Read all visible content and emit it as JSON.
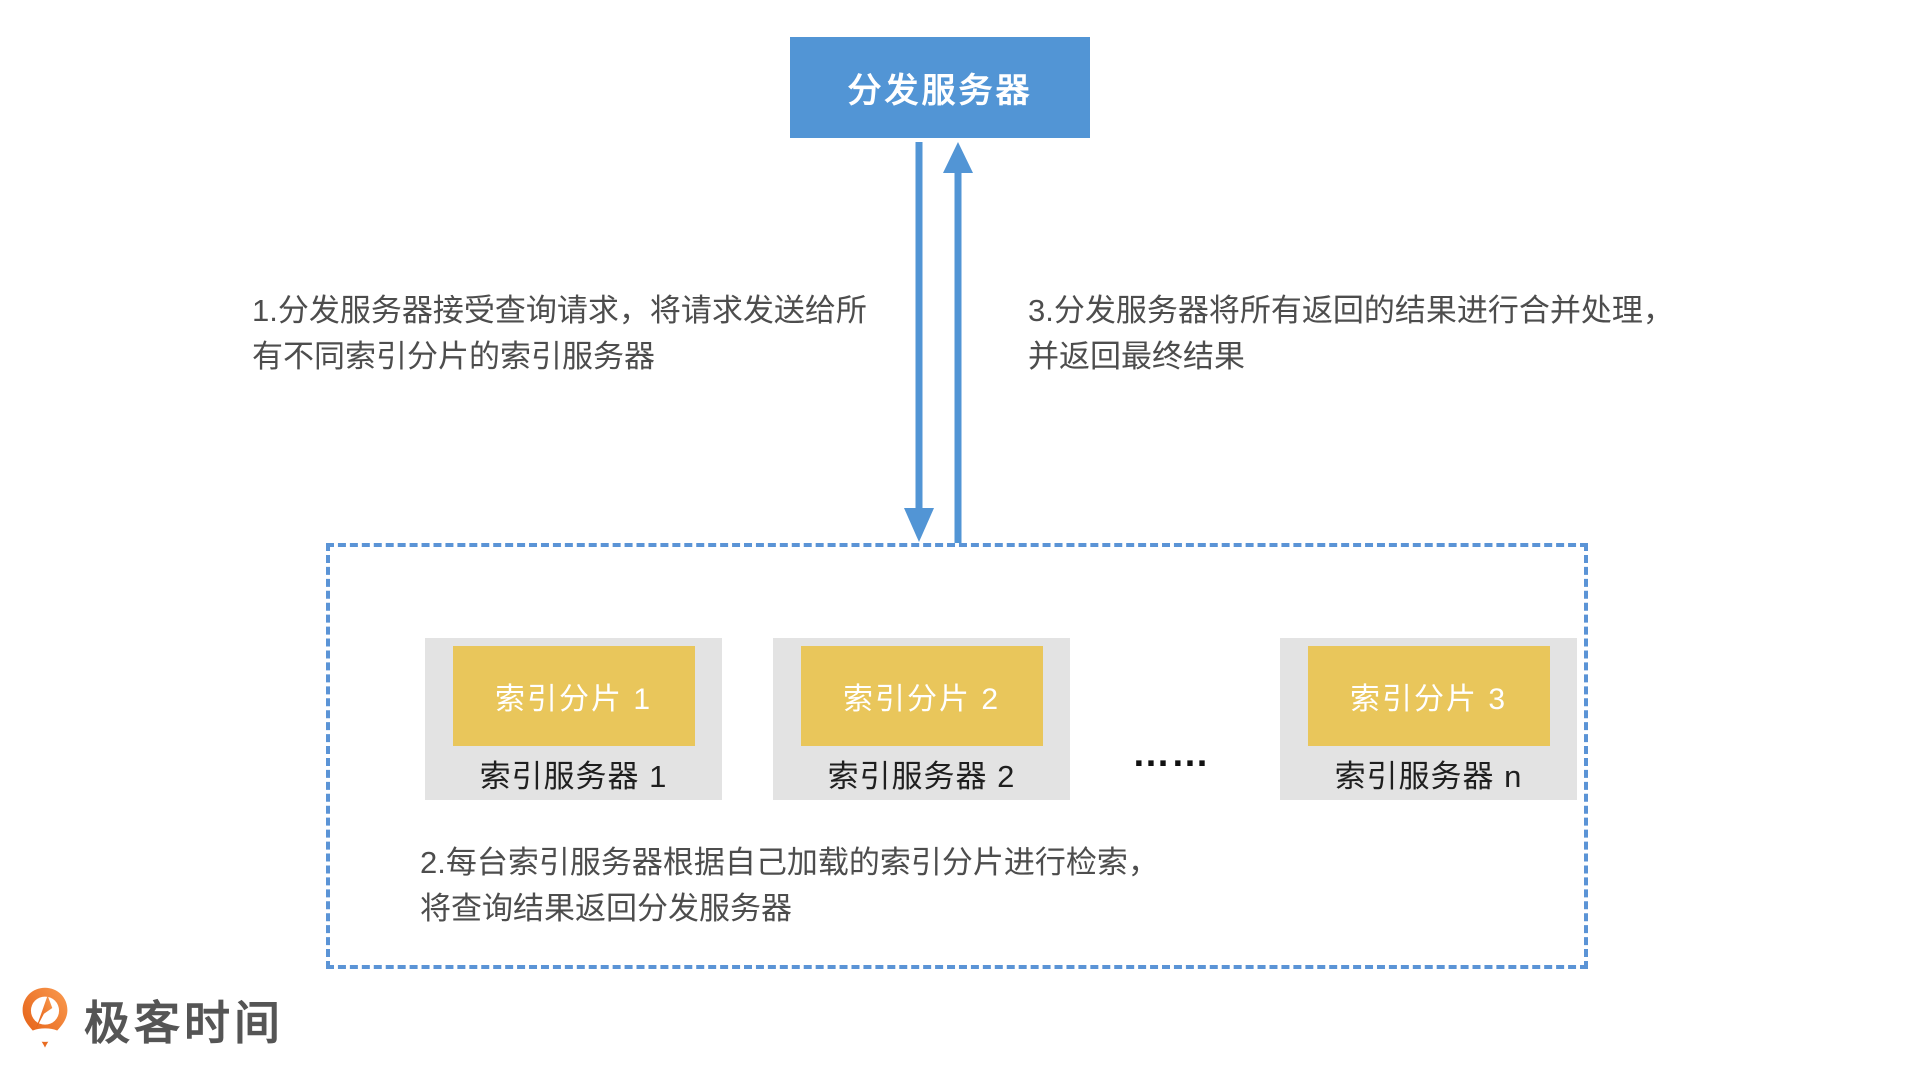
{
  "diagram": {
    "distributor": {
      "label": "分发服务器"
    },
    "notes": {
      "step1": {
        "lines": [
          "1.分发服务器接受查询请求，将请求发送给所",
          "有不同索引分片的索引服务器"
        ]
      },
      "step2": {
        "lines": [
          "2.每台索引服务器根据自己加载的索引分片进行检索，",
          "将查询结果返回分发服务器"
        ]
      },
      "step3": {
        "lines": [
          "3.分发服务器将所有返回的结果进行合并处理，",
          "并返回最终结果"
        ]
      }
    },
    "servers": [
      {
        "shard_label": "索引分片 1",
        "server_label": "索引服务器 1"
      },
      {
        "shard_label": "索引分片 2",
        "server_label": "索引服务器 2"
      },
      {
        "shard_label": "索引分片 3",
        "server_label": "索引服务器 n"
      }
    ],
    "ellipsis": "……",
    "colors": {
      "accent_blue": "#5295D5",
      "dashed_border_blue": "#5B94D6",
      "shard_yellow": "#E9C65B",
      "server_gray": "#E3E3E3",
      "note_text": "#4d4d4d",
      "logo_orange": "#F4752E"
    }
  },
  "footer": {
    "logo_text": "极客时间"
  }
}
